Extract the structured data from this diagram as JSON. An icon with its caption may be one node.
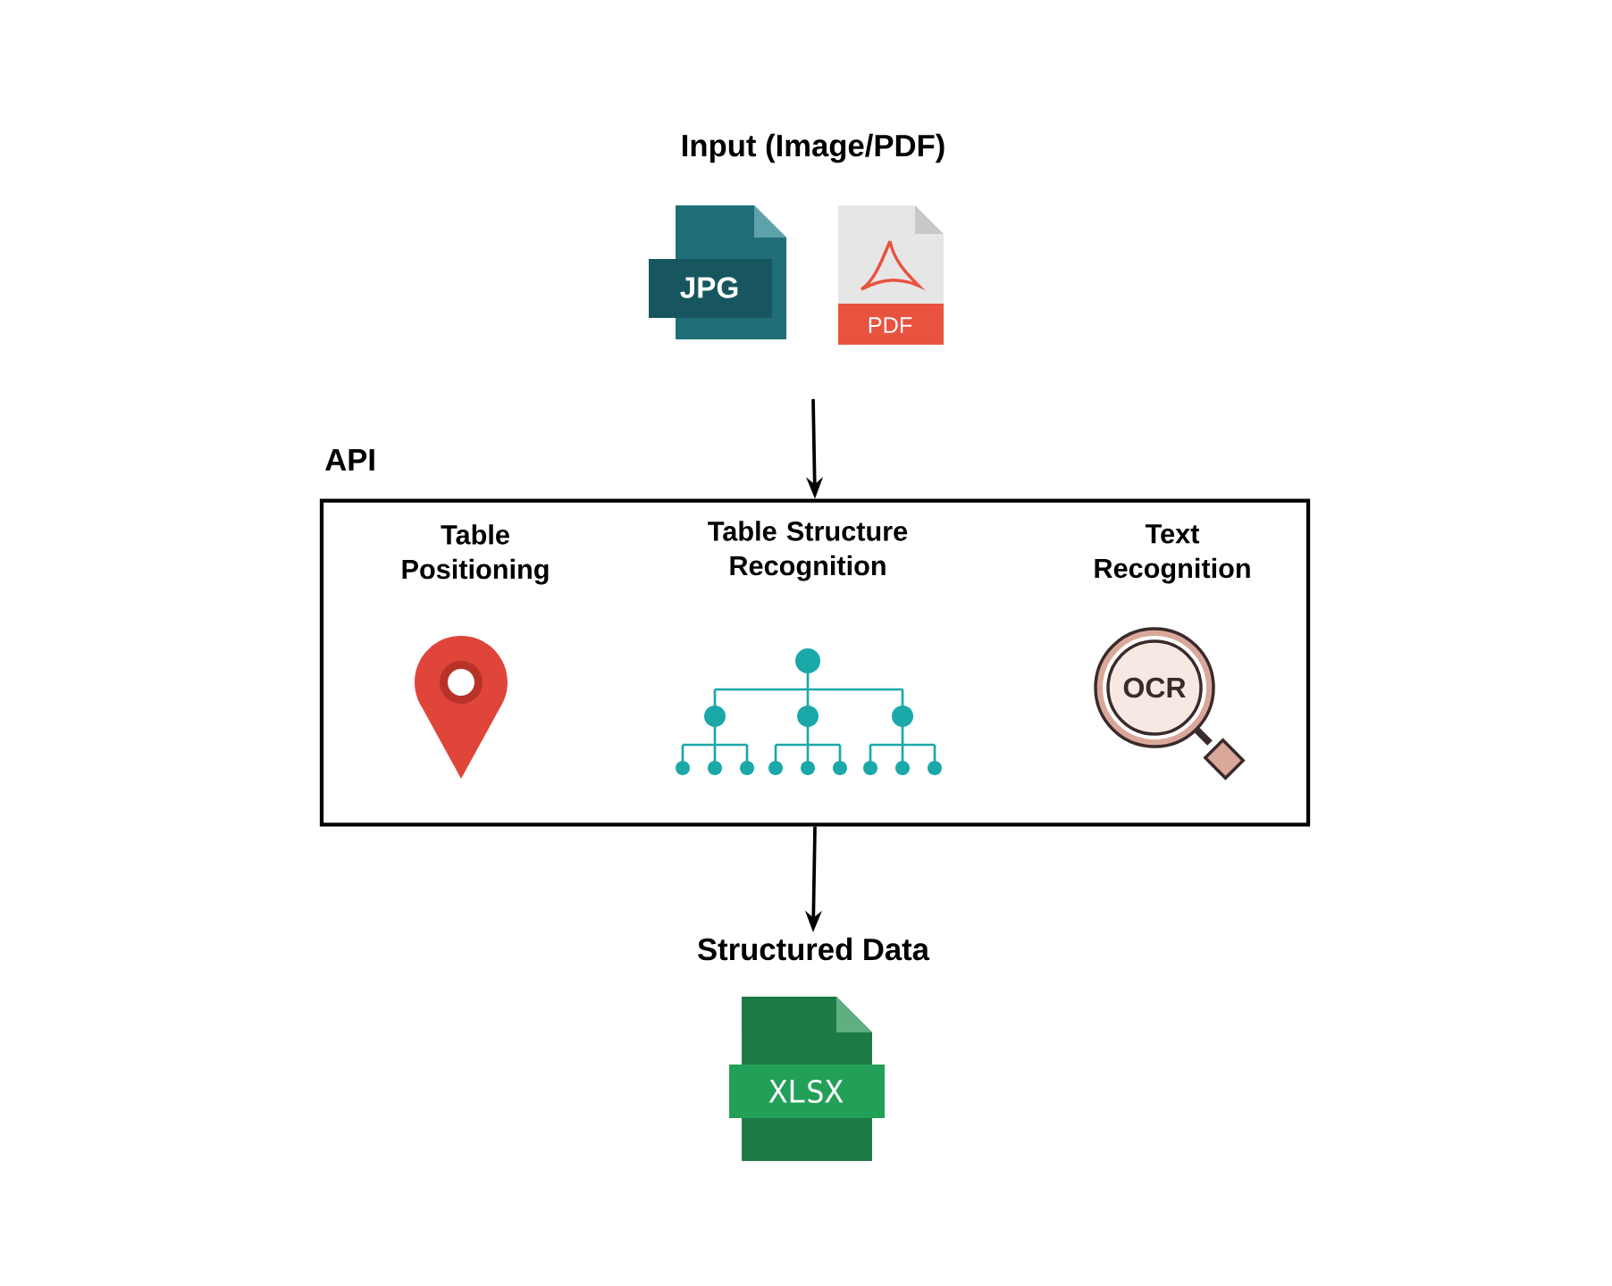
{
  "diagram": {
    "nodes": [
      {
        "text": [
          "Input (Image/PDF)"
        ]
      },
      {
        "text": [
          "API"
        ]
      },
      {
        "text": [
          "Structured Data"
        ]
      }
    ],
    "edges": [
      {
        "from": 0,
        "to": 1,
        "arrow": "to"
      },
      {
        "from": 1,
        "to": 2,
        "arrow": "to"
      }
    ],
    "labels": [
      "JPG",
      "PDF",
      "Table Positioning",
      "Table Structure Recognition",
      "Text Recognition",
      "OCR",
      "XLSX"
    ]
  }
}
